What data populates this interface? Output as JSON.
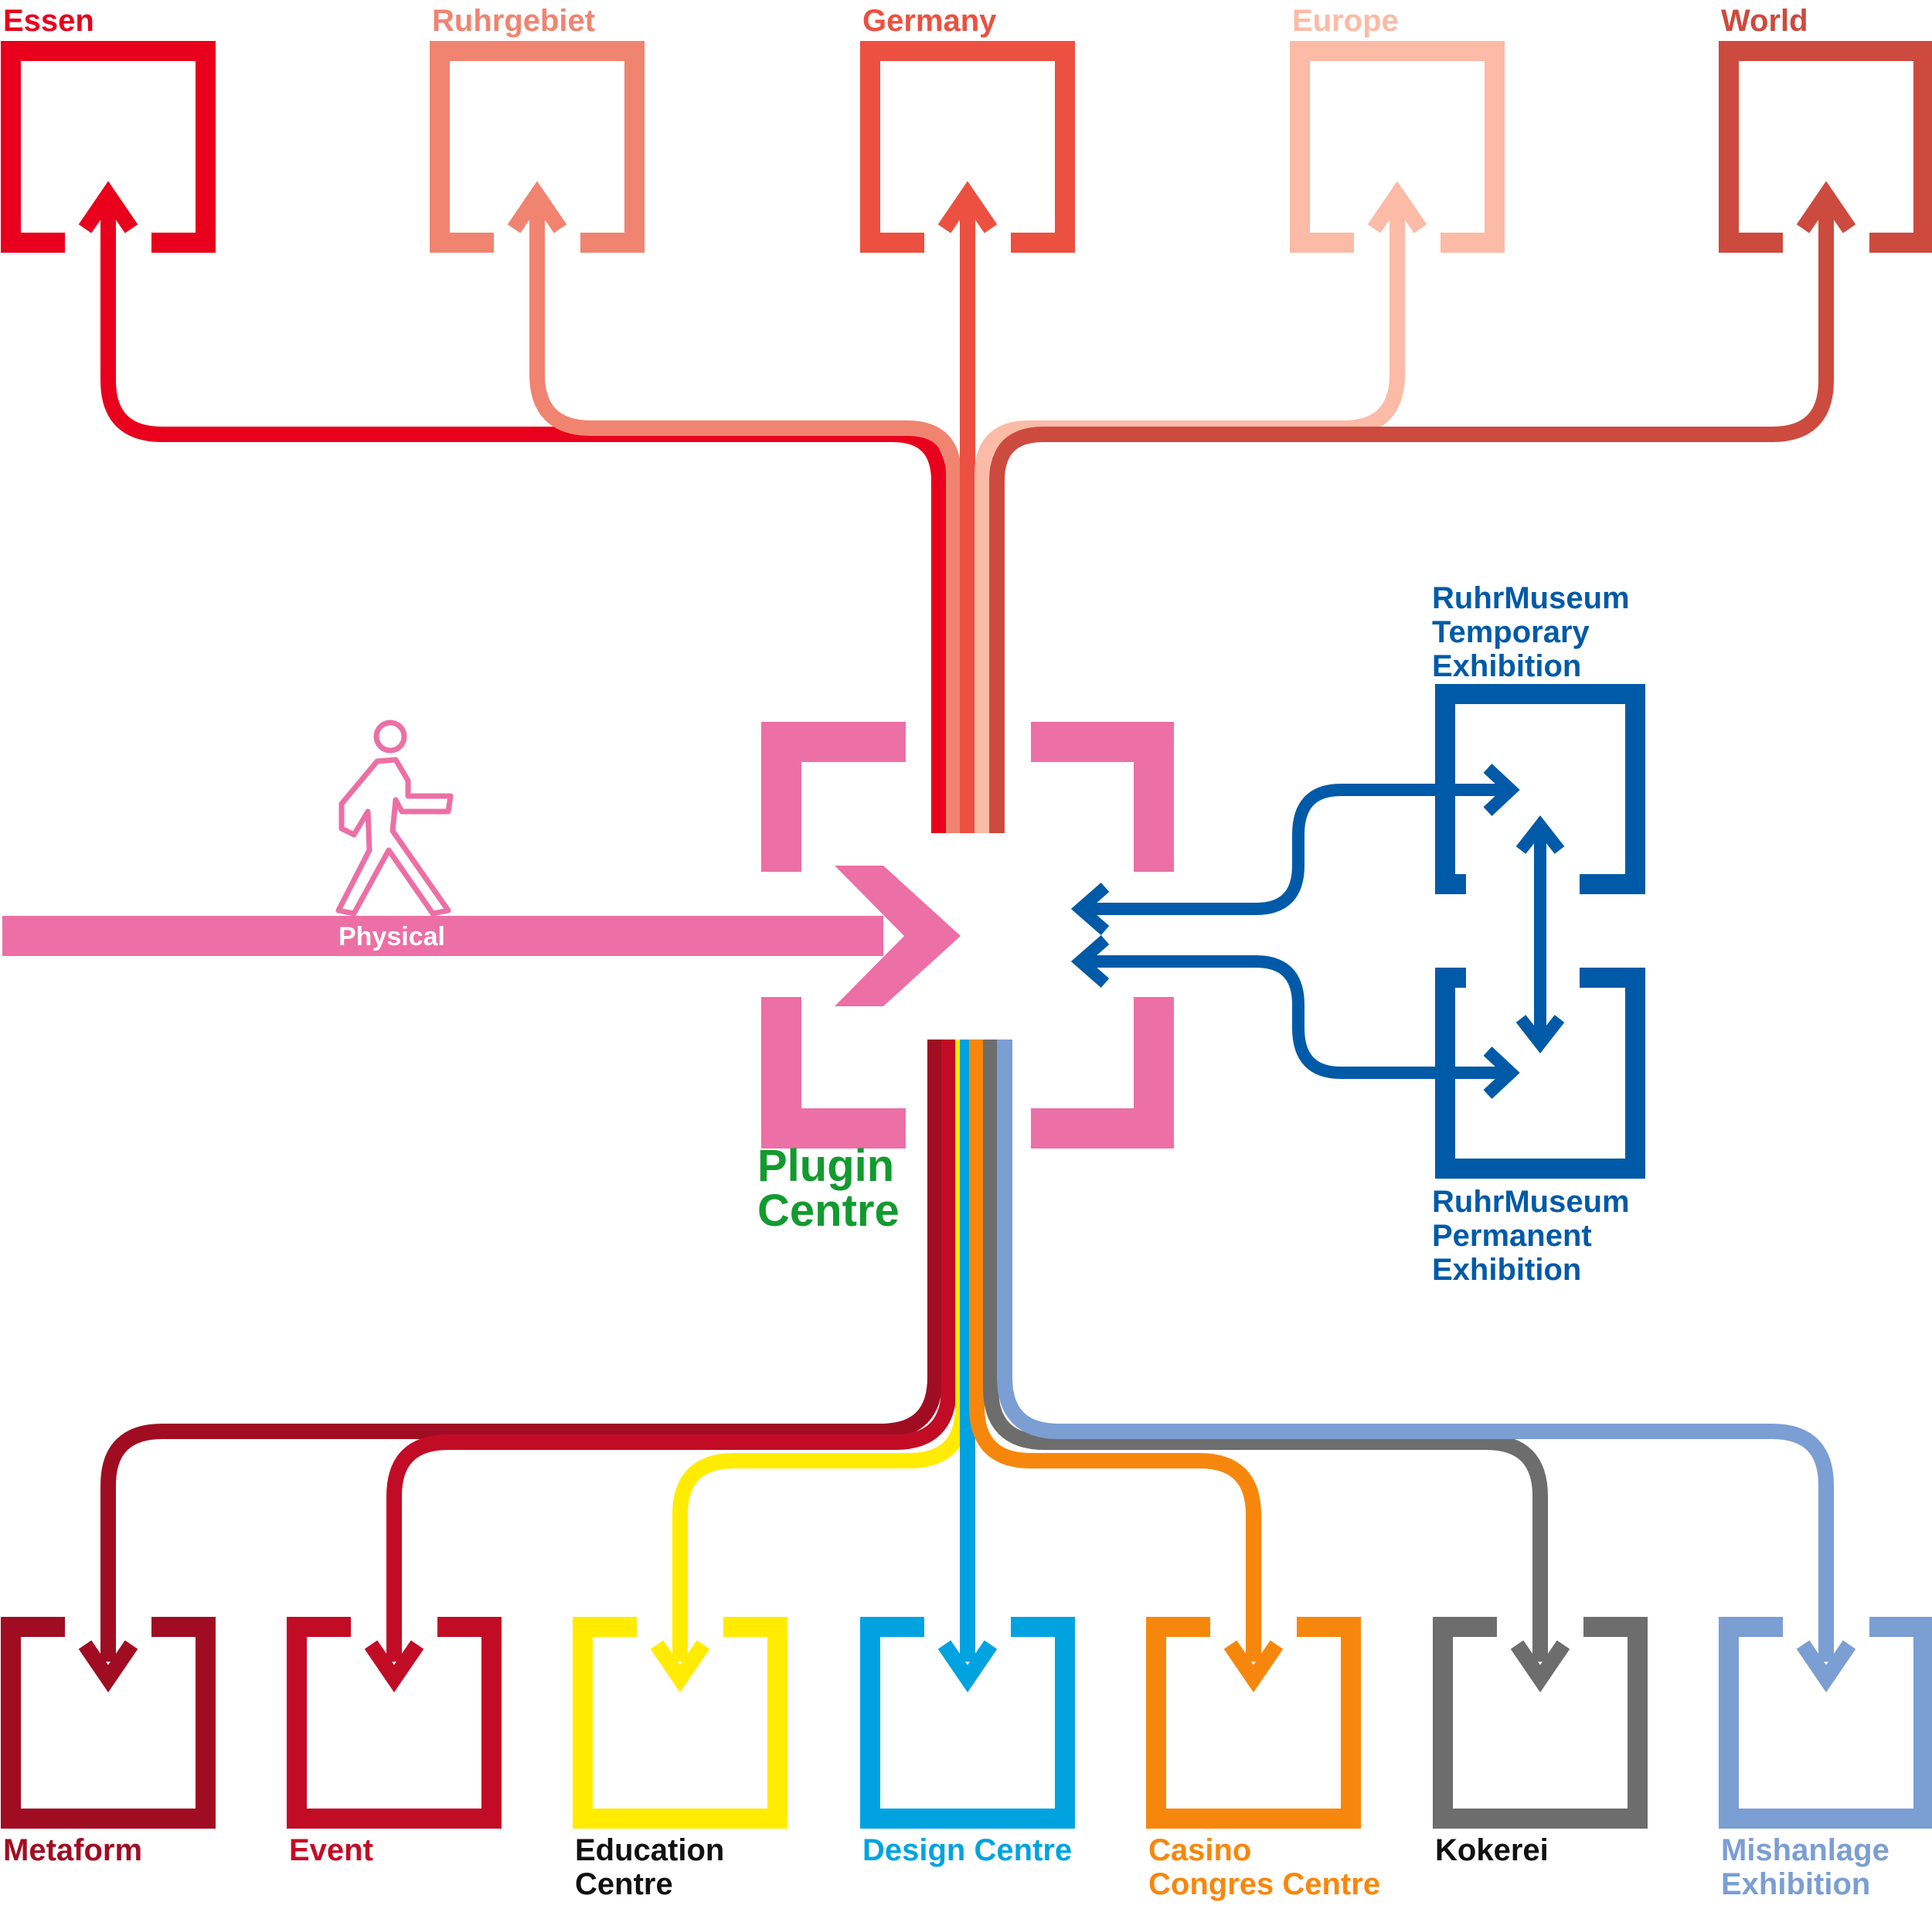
{
  "top_destinations": [
    {
      "label": "Essen",
      "color": "#e8001c"
    },
    {
      "label": "Ruhrgebiet",
      "color": "#f08470"
    },
    {
      "label": "Germany",
      "color": "#ec5040"
    },
    {
      "label": "Europe",
      "color": "#fbbba6"
    },
    {
      "label": "World",
      "color": "#cd4a3e"
    }
  ],
  "bottom_destinations": [
    {
      "label_lines": [
        "Metaform"
      ],
      "color": "#a00d22",
      "label_color": "#a00d22"
    },
    {
      "label_lines": [
        "Event"
      ],
      "color": "#c20c26",
      "label_color": "#c20c26"
    },
    {
      "label_lines": [
        "Education",
        "Centre"
      ],
      "color": "#ffec00",
      "label_color": "#111111"
    },
    {
      "label_lines": [
        "Design Centre"
      ],
      "color": "#00a3e0",
      "label_color": "#00a3e0"
    },
    {
      "label_lines": [
        "Casino",
        "Congres Centre"
      ],
      "color": "#f7870c",
      "label_color": "#f7870c"
    },
    {
      "label_lines": [
        "Kokerei"
      ],
      "color": "#6d6d6d",
      "label_color": "#111111"
    },
    {
      "label_lines": [
        "Mishanlage",
        "Exhibition"
      ],
      "color": "#7b9ed3",
      "label_color": "#7b9ed3"
    }
  ],
  "center": {
    "label_lines": [
      "Plugin",
      "Centre"
    ],
    "color": "#ec6fa5",
    "label_color": "#139a2f"
  },
  "physical": {
    "label": "Physical",
    "color": "#ec6fa5",
    "icon": "walking-person-icon"
  },
  "ruhrmuseum": {
    "color": "#005aa7",
    "temporary_lines": [
      "RuhrMuseum",
      "Temporary",
      "Exhibition"
    ],
    "permanent_lines": [
      "RuhrMuseum",
      "Permanent",
      "Exhibition"
    ]
  }
}
